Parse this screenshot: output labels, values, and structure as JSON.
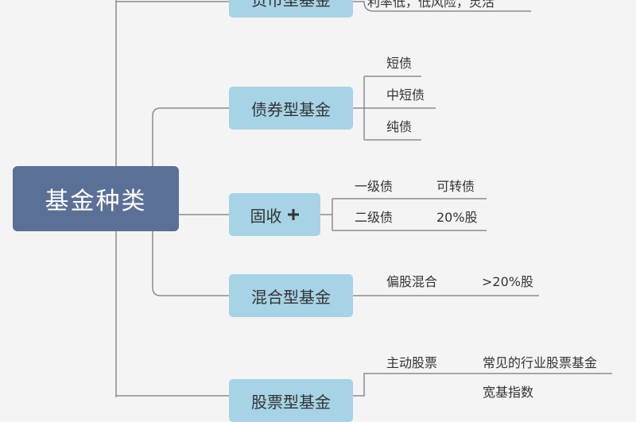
{
  "root": {
    "label": "基金种类"
  },
  "categories": {
    "money": {
      "label": "货币型基金",
      "leaves": [
        "利率低，低风险，灵活"
      ]
    },
    "bond": {
      "label": "债券型基金",
      "leaves": [
        "短债",
        "中短债",
        "纯债"
      ]
    },
    "fixed": {
      "label": "固收",
      "rows": [
        {
          "a": "一级债",
          "b": "可转债"
        },
        {
          "a": "二级债",
          "b": "20%股"
        }
      ]
    },
    "mixed": {
      "label": "混合型基金",
      "rows": [
        {
          "a": "偏股混合",
          "b": ">20%股"
        }
      ]
    },
    "stock": {
      "label": "股票型基金",
      "rows": [
        {
          "a": "主动股票",
          "b": "常见的行业股票基金"
        },
        {
          "a": "",
          "b": "宽基指数"
        }
      ]
    }
  }
}
